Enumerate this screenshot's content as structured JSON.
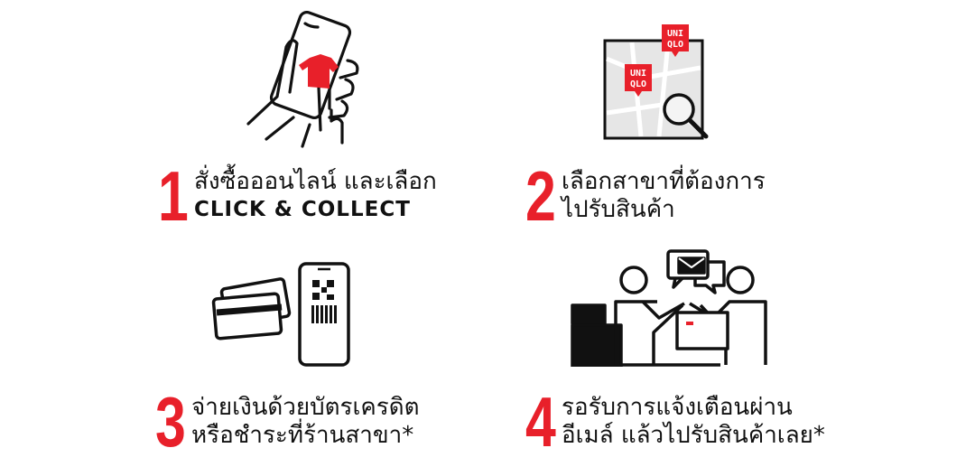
{
  "colors": {
    "accent": "#e8202a",
    "text": "#111111",
    "map_bg": "#e6e6e6"
  },
  "steps": [
    {
      "number": "1",
      "line1": "สั่งซื้อออนไลน์ และเลือก",
      "line2": "CLICK & COLLECT",
      "icon": "hand-phone-shirt-icon"
    },
    {
      "number": "2",
      "line1": "เลือกสาขาที่ต้องการ",
      "line2": "ไปรับสินค้า",
      "icon": "map-store-search-icon"
    },
    {
      "number": "3",
      "line1": "จ่ายเงินด้วยบัตรเครดิต",
      "line2": "หรือชำระที่ร้านสาขา*",
      "icon": "card-phone-qr-icon"
    },
    {
      "number": "4",
      "line1": "รอรับการแจ้งเตือนผ่าน",
      "line2": "อีเมล์ แล้วไปรับสินค้าเลย*",
      "icon": "store-pickup-notification-icon"
    }
  ],
  "brand": {
    "pin_line1": "UNI",
    "pin_line2": "QLO"
  }
}
